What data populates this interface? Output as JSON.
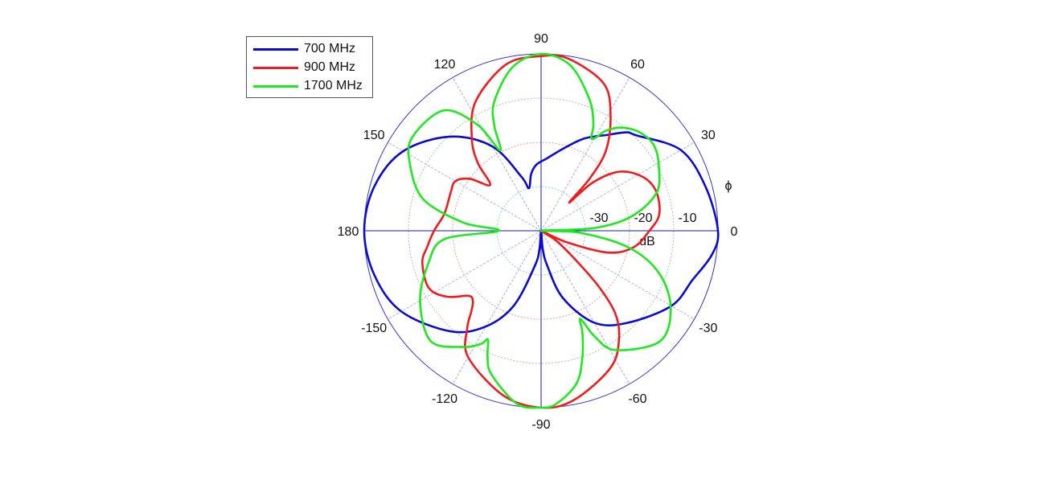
{
  "chart_data": {
    "type": "polar-line",
    "title": "",
    "angle_label": "ϕ",
    "radial_label": "dB",
    "radial_range": [
      -40,
      0
    ],
    "radial_ticks": [
      -30,
      -20,
      -10
    ],
    "angle_ticks": [
      0,
      30,
      60,
      90,
      120,
      150,
      180,
      -150,
      -120,
      -90,
      -60,
      -30
    ],
    "legend_position": "top-left",
    "colors": {
      "700 MHz": "#0a0ad2",
      "900 MHz": "#ee1c1c",
      "1700 MHz": "#1ee81e"
    },
    "series": [
      {
        "name": "700 MHz",
        "points": [
          [
            0,
            0
          ],
          [
            15,
            -1.5
          ],
          [
            30,
            -3.5
          ],
          [
            45,
            -9.5
          ],
          [
            49,
            -10.5
          ],
          [
            55,
            -13.5
          ],
          [
            65,
            -17
          ],
          [
            75,
            -20.8
          ],
          [
            85,
            -23.5
          ],
          [
            94,
            -25
          ],
          [
            100,
            -27
          ],
          [
            106,
            -30
          ],
          [
            110,
            -27
          ],
          [
            120,
            -18
          ],
          [
            134,
            -10.4
          ],
          [
            150,
            -4
          ],
          [
            165,
            -1
          ],
          [
            180,
            0
          ],
          [
            -165,
            -1
          ],
          [
            -150,
            -3.5
          ],
          [
            -132,
            -9.4
          ],
          [
            -120,
            -15
          ],
          [
            -110,
            -22
          ],
          [
            -100,
            -32
          ],
          [
            -95,
            -36
          ],
          [
            -90,
            -40
          ],
          [
            -85,
            -36
          ],
          [
            -80,
            -32
          ],
          [
            -72,
            -24
          ],
          [
            -60,
            -16
          ],
          [
            -47,
            -11.5
          ],
          [
            -30,
            -6
          ],
          [
            -18,
            -4
          ],
          [
            -8,
            -1
          ]
        ]
      },
      {
        "name": "900 MHz",
        "points": [
          [
            180,
            -15.8
          ],
          [
            170,
            -17.8
          ],
          [
            157,
            -17.8
          ],
          [
            150,
            -17.6
          ],
          [
            144,
            -20
          ],
          [
            138,
            -24.5
          ],
          [
            133,
            -19
          ],
          [
            127,
            -14
          ],
          [
            117,
            -7.3
          ],
          [
            102,
            -1.6
          ],
          [
            90,
            -0.5
          ],
          [
            81,
            -0.6
          ],
          [
            67,
            -3.8
          ],
          [
            59,
            -9.5
          ],
          [
            51,
            -16.7
          ],
          [
            47,
            -24
          ],
          [
            45,
            -31
          ],
          [
            43,
            -24
          ],
          [
            37,
            -17.8
          ],
          [
            28,
            -14
          ],
          [
            19,
            -12.5
          ],
          [
            8,
            -13
          ],
          [
            0,
            -15.5
          ],
          [
            -10,
            -18.7
          ],
          [
            -18,
            -24
          ],
          [
            -24,
            -33.5
          ],
          [
            -28,
            -40
          ],
          [
            -33,
            -36
          ],
          [
            -40,
            -30
          ],
          [
            -44,
            -22
          ],
          [
            -48,
            -15
          ],
          [
            -54,
            -10
          ],
          [
            -63,
            -5.3
          ],
          [
            -79,
            -1
          ],
          [
            -90,
            0
          ],
          [
            -103,
            -1.8
          ],
          [
            -120,
            -7
          ],
          [
            -127,
            -12.2
          ],
          [
            -131,
            -16
          ],
          [
            -134,
            -17.8
          ],
          [
            -138,
            -18
          ],
          [
            -145,
            -14
          ],
          [
            -153,
            -11.5
          ],
          [
            -165,
            -12.2
          ],
          [
            -172,
            -14
          ]
        ]
      },
      {
        "name": "1700 MHz",
        "points": [
          [
            0,
            -40
          ],
          [
            3,
            -27.8
          ],
          [
            9,
            -19.3
          ],
          [
            18,
            -12.6
          ],
          [
            28,
            -9.8
          ],
          [
            37,
            -8
          ],
          [
            45,
            -8.5
          ],
          [
            52,
            -10.4
          ],
          [
            57,
            -13
          ],
          [
            61,
            -16.3
          ],
          [
            64,
            -13
          ],
          [
            70,
            -8.2
          ],
          [
            80,
            -2
          ],
          [
            90,
            0
          ],
          [
            100,
            -2.5
          ],
          [
            110,
            -9
          ],
          [
            114,
            -14
          ],
          [
            117,
            -19.6
          ],
          [
            121,
            -12
          ],
          [
            129,
            -5
          ],
          [
            144,
            -4
          ],
          [
            153,
            -6.7
          ],
          [
            165,
            -12.4
          ],
          [
            174,
            -22.3
          ],
          [
            180,
            -30.4
          ],
          [
            -175,
            -18
          ],
          [
            -164,
            -13.5
          ],
          [
            -150,
            -8.4
          ],
          [
            -135,
            -4.7
          ],
          [
            -124,
            -8.3
          ],
          [
            -118,
            -11
          ],
          [
            -116,
            -12.6
          ],
          [
            -113,
            -9
          ],
          [
            -109,
            -5.6
          ],
          [
            -98,
            -0.5
          ],
          [
            -90,
            0
          ],
          [
            -85,
            -0.7
          ],
          [
            -77,
            -4.5
          ],
          [
            -72,
            -9.8
          ],
          [
            -68,
            -15
          ],
          [
            -66,
            -18.2
          ],
          [
            -63,
            -13
          ],
          [
            -58,
            -8.2
          ],
          [
            -43,
            -3.3
          ],
          [
            -31,
            -5.8
          ],
          [
            -20,
            -11.5
          ],
          [
            -11,
            -19.6
          ],
          [
            -3,
            -31
          ]
        ]
      }
    ]
  }
}
